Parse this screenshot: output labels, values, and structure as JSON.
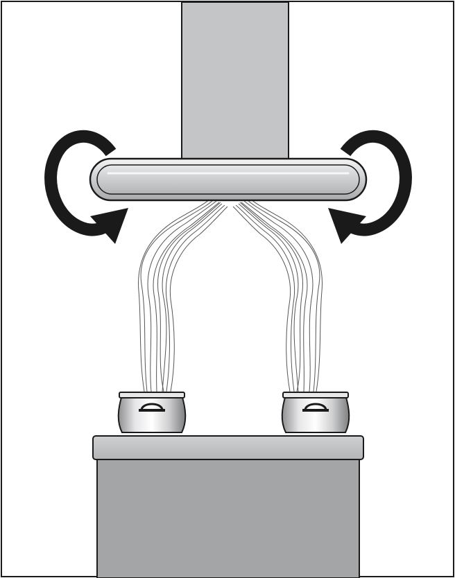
{
  "figure": {
    "description_text": "",
    "colors": {
      "background": "#ffffff",
      "frame": "#1a1a1a",
      "chimney": "#c4c5c7",
      "hood_body": "#c9cacc",
      "hood_highlight": "#eeeeee",
      "counter_top": "#bcbdbf",
      "cabinet": "#a4a5a7",
      "pot": "#d4d4d6",
      "arrow": "#1a1a1a",
      "steam": "#555555"
    },
    "parts": [
      "chimney-duct",
      "extractor-hood",
      "recirculation-arrow-left",
      "recirculation-arrow-right",
      "steam-plume-left",
      "steam-plume-right",
      "pot-left",
      "pot-right",
      "worktop",
      "cabinet"
    ]
  }
}
